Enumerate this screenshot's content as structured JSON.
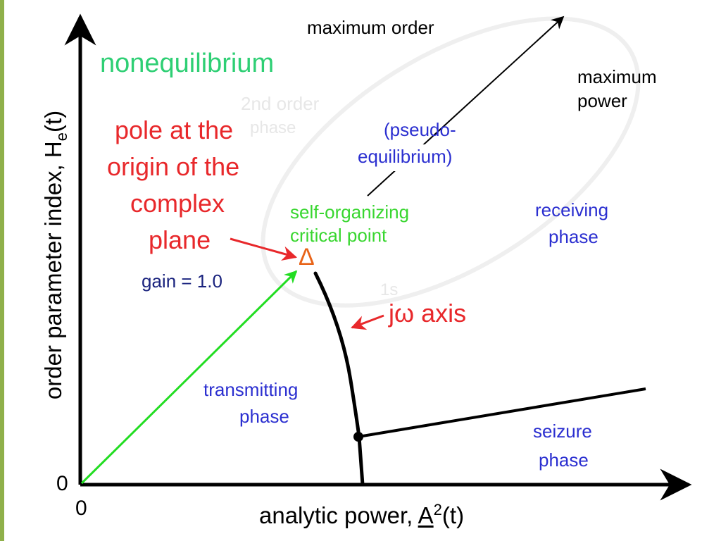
{
  "axes": {
    "y_label_prefix": "order parameter index,  H",
    "y_label_sub": "e",
    "y_label_suffix": "(t)",
    "x_label_prefix": "analytic power, ",
    "x_label_symbol": "A",
    "x_label_sup": "2",
    "x_label_suffix": "(t)",
    "y_origin": "0",
    "x_origin": "0"
  },
  "labels": {
    "maximum_order": "maximum order",
    "maximum_power_line1": "maximum",
    "maximum_power_line2": "power",
    "nonequilibrium": "nonequilibrium",
    "pole_line1": "pole at the",
    "pole_line2": "origin of the",
    "pole_line3": "complex",
    "pole_line4": "plane",
    "pseudo_line1": "(pseudo-",
    "pseudo_line2": "equilibrium)",
    "soc_line1": "self-organizing",
    "soc_line2": "critical point",
    "delta_symbol": "Δ",
    "receiving_line1": "receiving",
    "receiving_line2": "phase",
    "gain": "gain = 1.0",
    "jw_axis": "jω axis",
    "transmitting_line1": "transmitting",
    "transmitting_line2": "phase",
    "seizure_line1": "seizure",
    "seizure_line2": "phase"
  },
  "faded_background_text": {
    "second_order": "2nd order",
    "phase": "phase",
    "one_s": "1s"
  },
  "colors": {
    "nonequilibrium": "#2ecf74",
    "pole_label": "#e8282b",
    "phase_labels": "#2b2fd0",
    "gain_label": "#1a237e",
    "soc_label": "#38d62f",
    "delta": "#e86318",
    "gain_arrow": "#22dd22",
    "boundary": "#000000"
  }
}
